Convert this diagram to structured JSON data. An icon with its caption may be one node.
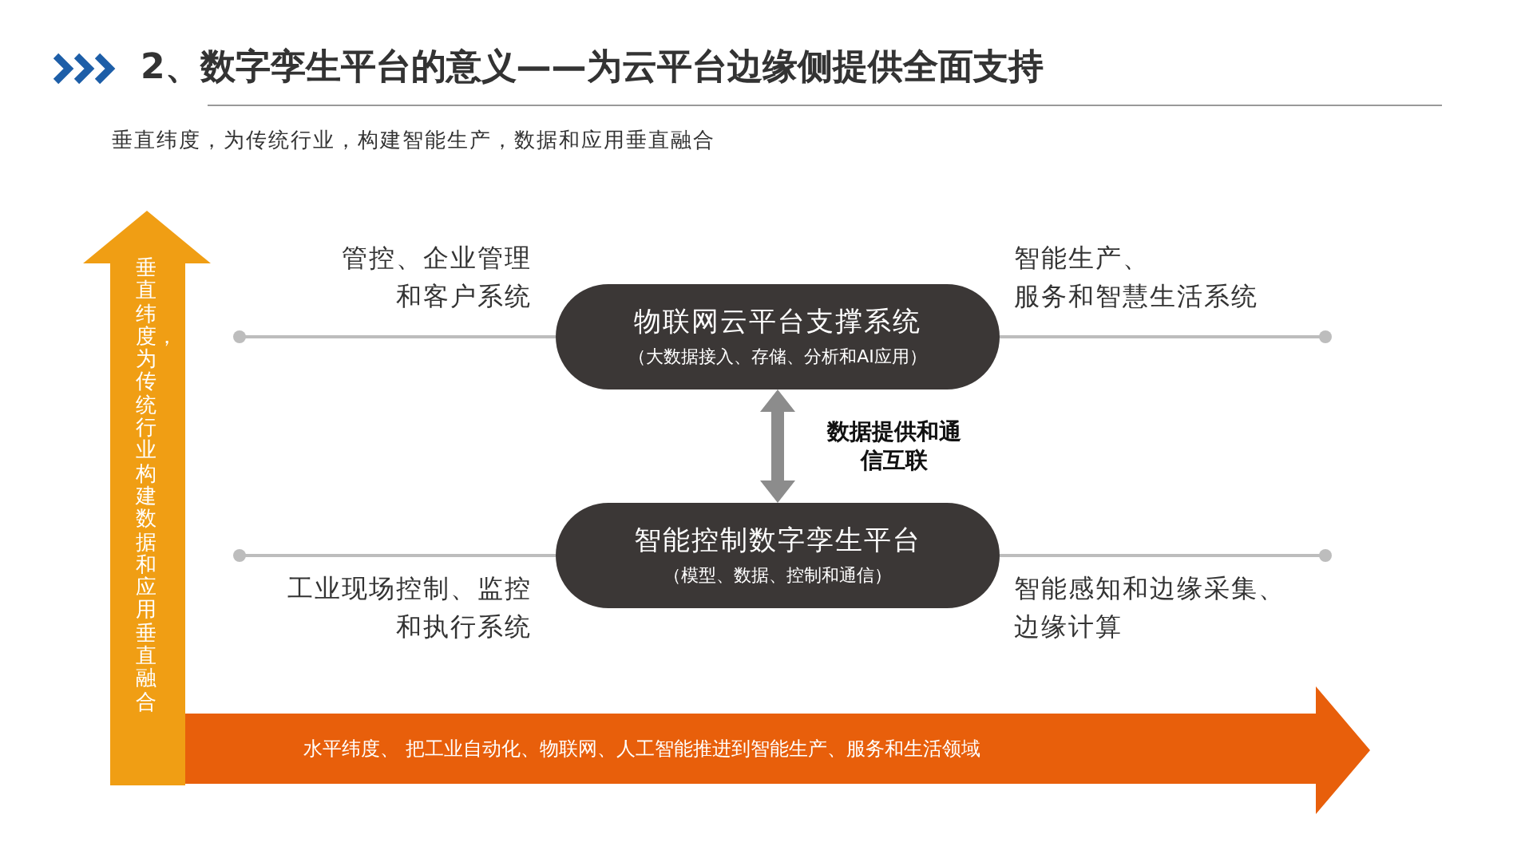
{
  "diagram": {
    "title": "2、数字孪生平台的意义——为云平台边缘侧提供全面支持",
    "nodes": [
      {
        "text": [
          "物联网云平台支撑系统",
          "（大数据接入、存储、分析和AI应用）"
        ]
      },
      {
        "text": [
          "智能控制数字孪生平台",
          "（模型、数据、控制和通信）"
        ]
      },
      {
        "text": [
          "垂直纬度，为传统行业构建数据和应用垂直融合"
        ]
      },
      {
        "text": [
          "水平纬度、 把工业自动化、物联网、人工智能推进到智能生产、服务和生活领域"
        ]
      }
    ],
    "edges": [
      {
        "from": 0,
        "to": null,
        "arrow": "other"
      },
      {
        "from": 0,
        "to": null,
        "arrow": "other"
      },
      {
        "from": 1,
        "to": null,
        "arrow": "other"
      },
      {
        "from": 1,
        "to": null,
        "arrow": "other"
      },
      {
        "from": 0,
        "to": 1,
        "arrow": "both",
        "label": "数据提供和通信互联",
        "style": "thick",
        "color": "#8c8c8c"
      }
    ],
    "labels": [
      "垂直纬度，为传统行业，构建智能生产，数据和应用垂直融合",
      "管控、企业管理和客户系统",
      "智能生产、服务和智慧生活系统",
      "工业现场控制、监控和执行系统",
      "智能感知和边缘采集、边缘计算"
    ]
  }
}
